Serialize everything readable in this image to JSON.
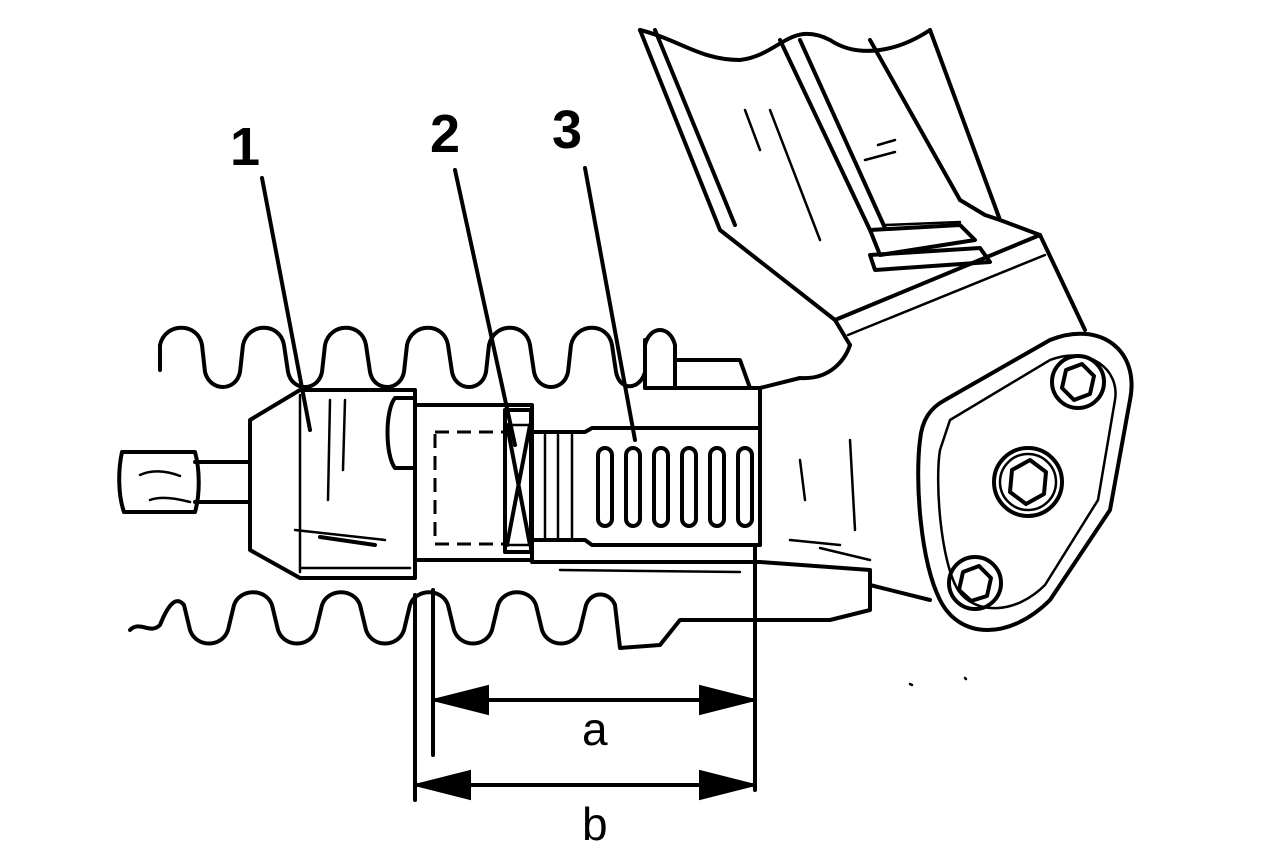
{
  "callouts": [
    {
      "id": "1",
      "label": "1"
    },
    {
      "id": "2",
      "label": "2"
    },
    {
      "id": "3",
      "label": "3"
    }
  ],
  "dimensions": [
    {
      "id": "a",
      "label": "a"
    },
    {
      "id": "b",
      "label": "b"
    }
  ]
}
